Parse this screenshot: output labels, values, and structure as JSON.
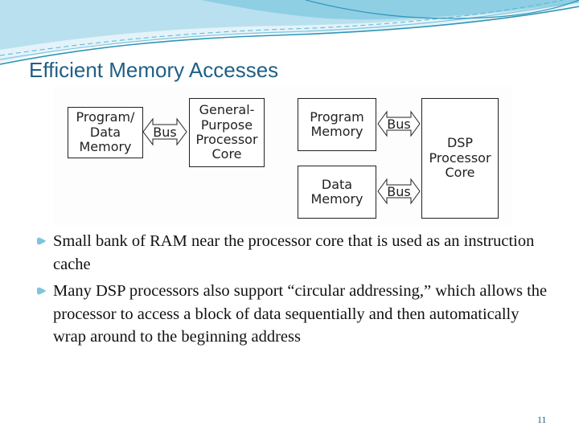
{
  "slide": {
    "title": "Efficient Memory Accesses",
    "page_number": "11"
  },
  "diagram": {
    "left": {
      "memory_box": "Program/\nData\nMemory",
      "bus_label": "Bus",
      "core_box": "General-\nPurpose\nProcessor\nCore"
    },
    "right": {
      "program_memory": "Program\nMemory",
      "data_memory": "Data\nMemory",
      "bus_top_label": "Bus",
      "bus_bottom_label": "Bus",
      "core_box": "DSP\nProcessor\nCore"
    }
  },
  "bullets": [
    "Small bank of RAM near the processor core that is used as an instruction cache",
    "Many DSP processors also support “circular addressing,” which allows the processor to access a block of data sequentially and then automatically wrap around to the beginning address"
  ],
  "colors": {
    "title": "#1f5f86",
    "wave_light": "#cfe9f3",
    "wave_mid": "#7fc4dc",
    "wave_dark": "#2f95b8"
  }
}
